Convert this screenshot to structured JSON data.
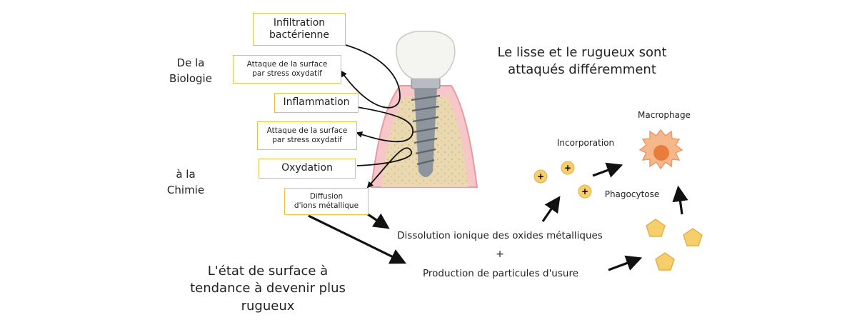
{
  "left_labels": {
    "biology": "De la\nBiologie",
    "chemistry": "à la\nChimie"
  },
  "boxes": {
    "infiltration": "Infiltration\nbactérienne",
    "attack1": "Attaque de la surface\npar stress oxydatif",
    "inflammation": "Inflammation",
    "attack2": "Attaque de la surface\npar stress oxydatif",
    "oxidation": "Oxydation",
    "diffusion": "Diffusion\nd'ions métallique"
  },
  "texts": {
    "smooth_rough": "Le lisse et le rugueux sont\nattaqués différemment",
    "surface_state": "L'état de surface à\ntendance à devenir plus\nrugueux",
    "dissolution": "Dissolution ionique des oxides métalliques",
    "plus": "+",
    "production": "Production de particules d'usure",
    "macrophage": "Macrophage",
    "incorporation": "Incorporation",
    "phagocytose": "Phagocytose"
  },
  "colors": {
    "box_border": "#e9c23a",
    "gum": "#f2b1b5",
    "bone": "#e9d8b0",
    "particle": "#f6cf6c",
    "macrophage": "#f6b88a",
    "nucleus": "#e97c3a"
  }
}
